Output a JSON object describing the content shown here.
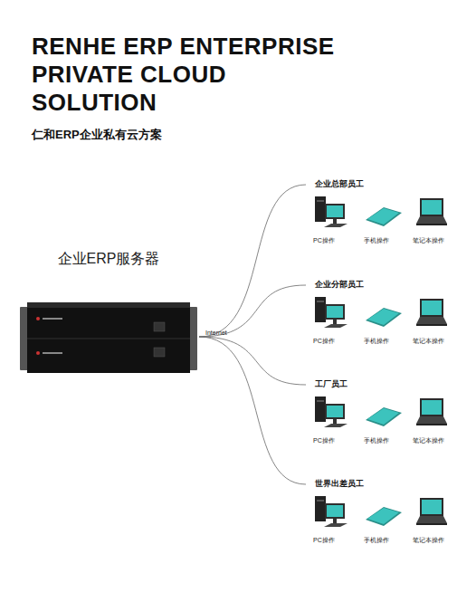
{
  "diagram": {
    "title": "RENHE ERP ENTERPRISE PRIVATE CLOUD SOLUTION",
    "nodes": [
      {
        "text": [
          "企业ERP服务器"
        ]
      },
      {
        "text": [
          "企业总部员工"
        ]
      },
      {
        "text": [
          "PC操作"
        ],
        "in": 1
      },
      {
        "text": [
          "手机操作"
        ],
        "in": 1
      },
      {
        "text": [
          "笔记本操作"
        ],
        "in": 1
      },
      {
        "text": [
          "企业分部员工"
        ]
      },
      {
        "text": [
          "PC操作"
        ],
        "in": 5
      },
      {
        "text": [
          "手机操作"
        ],
        "in": 5
      },
      {
        "text": [
          "笔记本操作"
        ],
        "in": 5
      },
      {
        "text": [
          "工厂员工"
        ]
      },
      {
        "text": [
          "PC操作"
        ],
        "in": 9
      },
      {
        "text": [
          "手机操作"
        ],
        "in": 9
      },
      {
        "text": [
          "笔记本操作"
        ],
        "in": 9
      },
      {
        "text": [
          "世界出差员工"
        ]
      },
      {
        "text": [
          "PC操作"
        ],
        "in": 13
      },
      {
        "text": [
          "手机操作"
        ],
        "in": 13
      },
      {
        "text": [
          "笔记本操作"
        ],
        "in": 13
      }
    ],
    "edges": [
      {
        "from": 0,
        "to": 1,
        "arrow": "none"
      },
      {
        "from": 0,
        "to": 5,
        "arrow": "none"
      },
      {
        "from": 0,
        "to": 9,
        "arrow": "none"
      },
      {
        "from": 0,
        "to": 13,
        "arrow": "none"
      }
    ],
    "labels": [
      "仁和ERP企业私有云方案",
      "Internet"
    ]
  }
}
